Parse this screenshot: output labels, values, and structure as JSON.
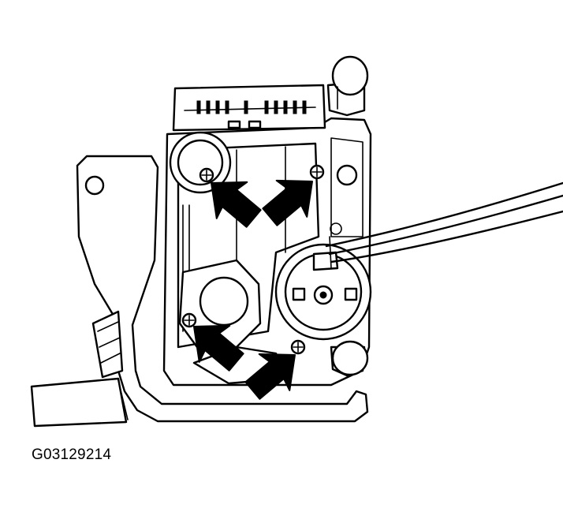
{
  "figure": {
    "id_label": "G03129214",
    "arrows": [
      {
        "name": "arrow-upper-left-screw",
        "direction": "up-left"
      },
      {
        "name": "arrow-upper-right-screw",
        "direction": "up-right"
      },
      {
        "name": "arrow-lower-left-screw",
        "direction": "up-left"
      },
      {
        "name": "arrow-lower-right-screw",
        "direction": "up-right"
      }
    ]
  }
}
